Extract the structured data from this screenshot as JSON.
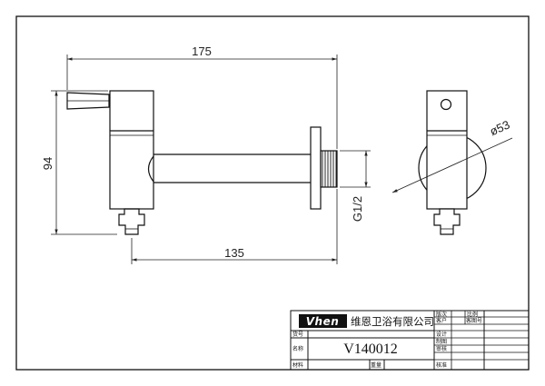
{
  "dimensions": {
    "overall_length": "175",
    "height": "94",
    "spout_length": "135",
    "thread": "G1/2",
    "diameter": "ø53"
  },
  "title_block": {
    "logo": "Vhen",
    "company": "维恩卫浴有限公司",
    "model": "V140012",
    "fields": {
      "version": "版次",
      "scale": "比例",
      "customer": "客户",
      "customer_part_no": "客图号",
      "part_no": "货号",
      "design": "设计",
      "drafting": "制图",
      "name": "名称",
      "review": "审核",
      "material": "材料",
      "weight": "重量",
      "approve": "核准"
    }
  }
}
